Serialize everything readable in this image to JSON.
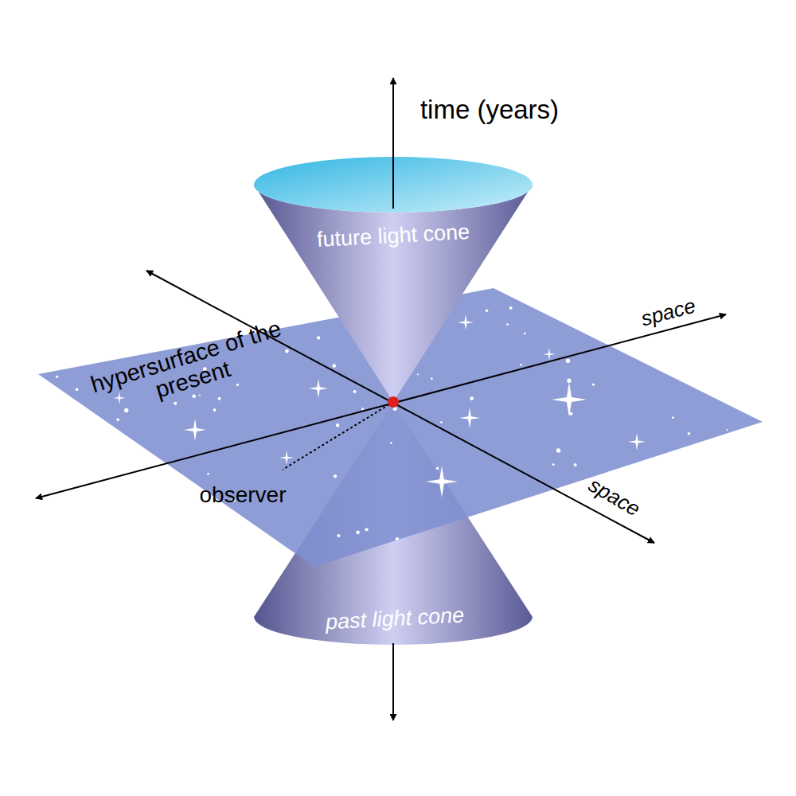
{
  "diagram": {
    "labels": [
      "time (years)",
      "future light cone",
      "hypersurface of the present",
      "space",
      "space",
      "observer",
      "past light cone"
    ]
  }
}
